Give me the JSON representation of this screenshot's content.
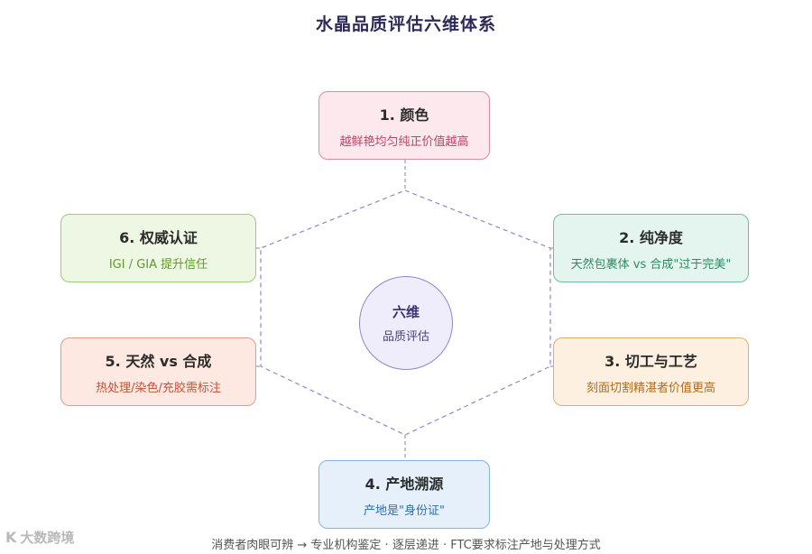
{
  "title": "水晶品质评估六维体系",
  "center": {
    "title": "六维",
    "subtitle": "品质评估"
  },
  "nodes": [
    {
      "label": "1. 颜色",
      "desc": "越鲜艳均匀纯正价值越高"
    },
    {
      "label": "2. 纯净度",
      "desc": "天然包裹体 vs 合成\"过于完美\""
    },
    {
      "label": "3. 切工与工艺",
      "desc": "刻面切割精湛者价值更高"
    },
    {
      "label": "4. 产地溯源",
      "desc": "产地是\"身份证\""
    },
    {
      "label": "5. 天然 vs 合成",
      "desc": "热处理/染色/充胶需标注"
    },
    {
      "label": "6. 权威认证",
      "desc": "IGI / GIA 提升信任"
    }
  ],
  "footer": "消费者肉眼可辨 → 专业机构鉴定 · 逐层递进 · FTC要求标注产地与处理方式",
  "watermark": {
    "logo": "K",
    "text": "大数跨境"
  },
  "colors": {
    "hexagon": "#8f86cf",
    "connector": "#9d9d9d"
  }
}
